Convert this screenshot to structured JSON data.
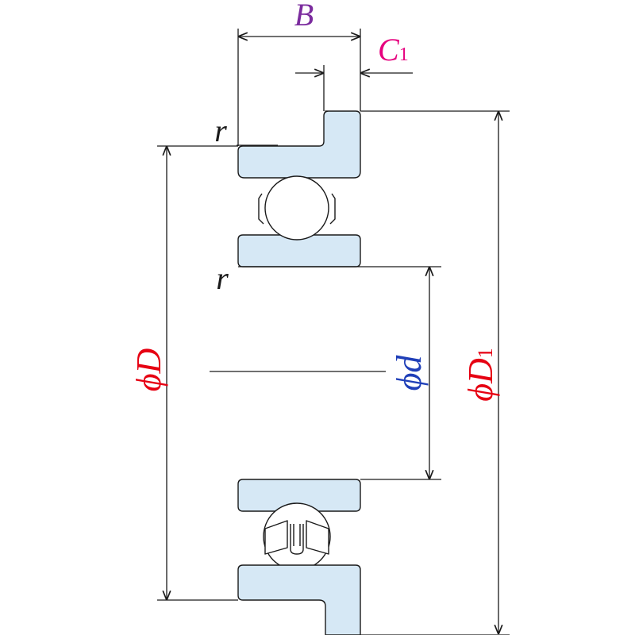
{
  "labels": {
    "B": "B",
    "C1_main": "C",
    "C1_sub": "1",
    "r_top": "r",
    "r_mid": "r",
    "phiD": "ϕD",
    "phid": "ϕd",
    "phiD1_main": "ϕD",
    "phiD1_sub": "1"
  },
  "colors": {
    "ring_fill": "#d6e8f5",
    "line": "#1a1a1a",
    "B_label": "#7b2c9e",
    "C1_label": "#e6007e",
    "D_label": "#e60012",
    "d_label": "#1f3fb8",
    "D1_label": "#e60012"
  }
}
